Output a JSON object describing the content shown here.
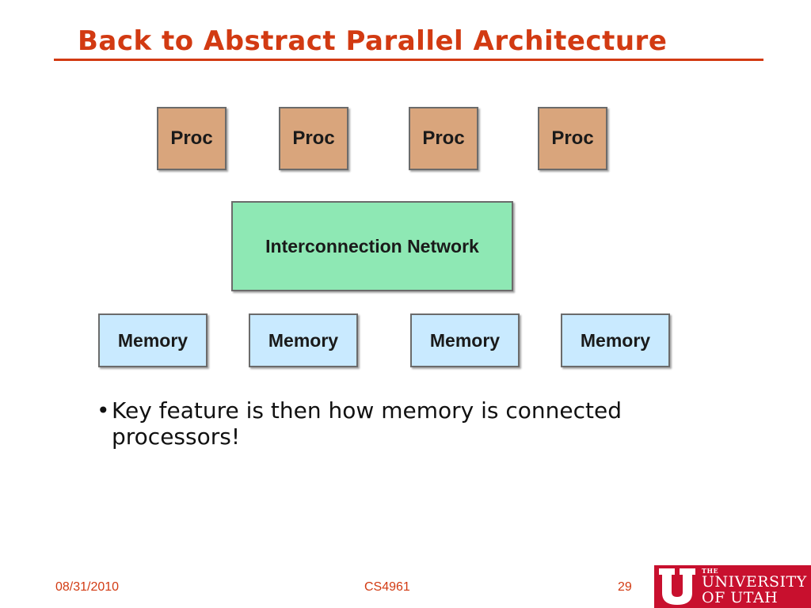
{
  "slide": {
    "title": "Back to Abstract Parallel Architecture"
  },
  "colors": {
    "title": "#d23a12",
    "proc_fill": "#d9a57c",
    "network_fill": "#8ee8b4",
    "memory_fill": "#c9eaff",
    "logo_red": "#c8102e"
  },
  "diagram": {
    "processors": [
      "Proc",
      "Proc",
      "Proc",
      "Proc"
    ],
    "network": "Interconnection Network",
    "memories": [
      "Memory",
      "Memory",
      "Memory",
      "Memory"
    ]
  },
  "bullets": [
    "Key feature is then how memory is connected processors!"
  ],
  "footer": {
    "date": "08/31/2010",
    "course": "CS4961",
    "page": "29"
  },
  "logo": {
    "line_the": "THE",
    "line_1": "UNIVERSITY",
    "line_2": "OF UTAH"
  }
}
